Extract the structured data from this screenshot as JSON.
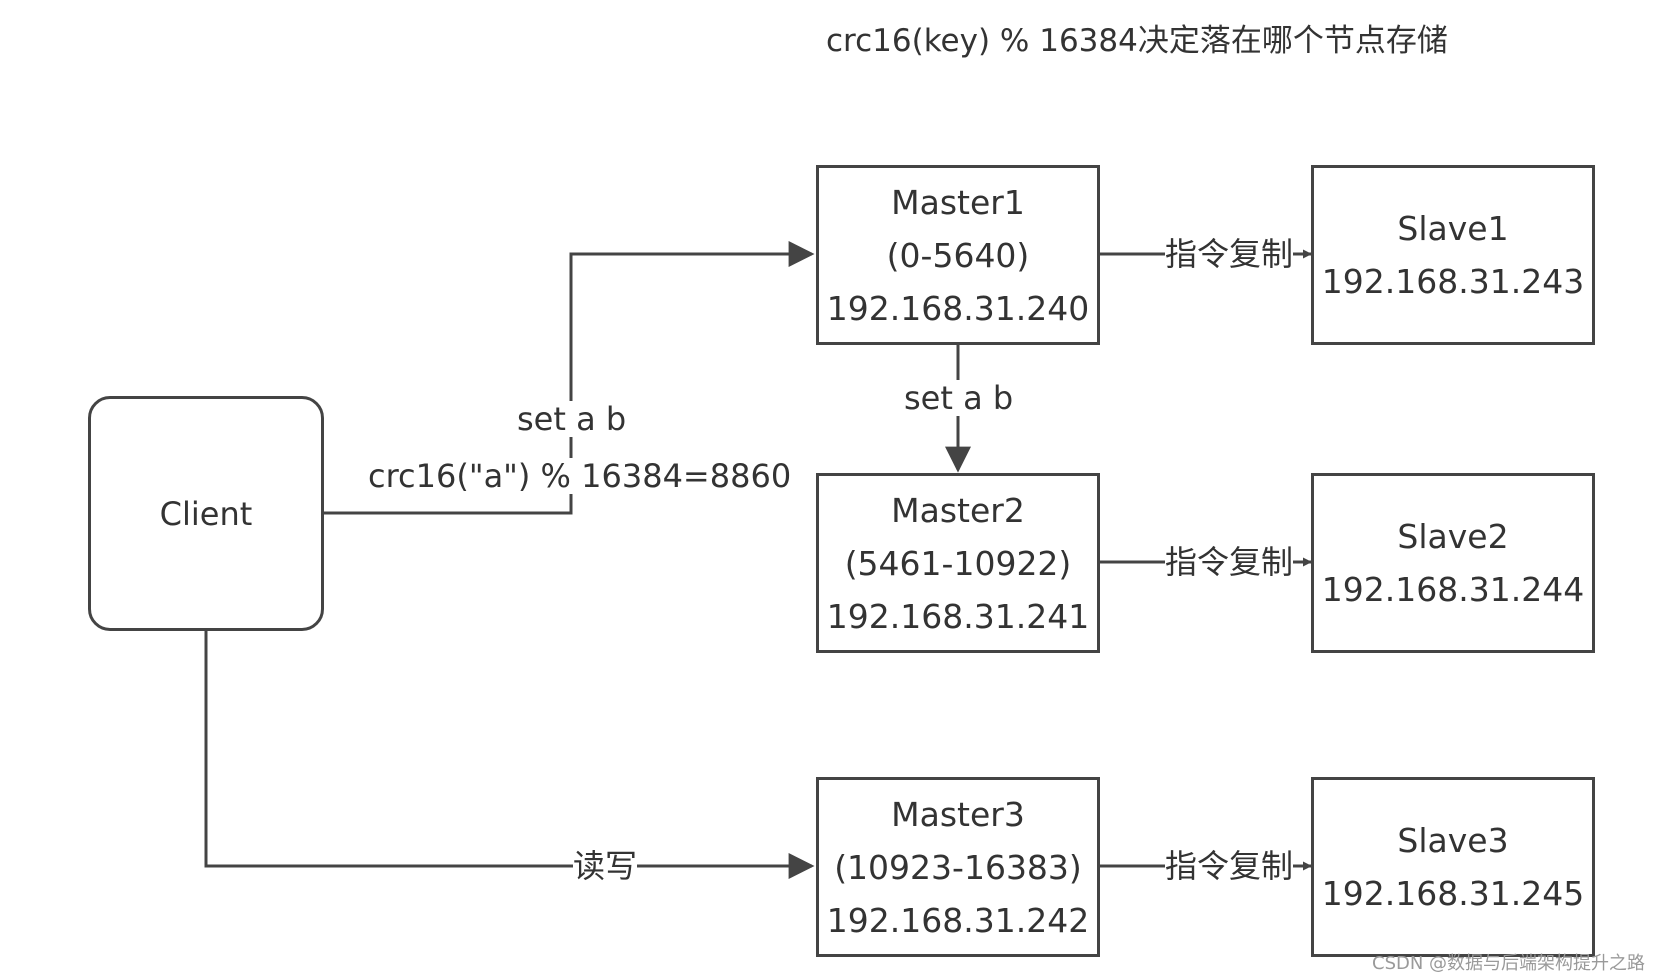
{
  "title": "crc16(key) % 16384决定落在哪个节点存储",
  "client": {
    "label": "Client"
  },
  "masters": [
    {
      "name": "Master1",
      "range": "(0-5640)",
      "ip": "192.168.31.240"
    },
    {
      "name": "Master2",
      "range": "(5461-10922)",
      "ip": "192.168.31.241"
    },
    {
      "name": "Master3",
      "range": "(10923-16383)",
      "ip": "192.168.31.242"
    }
  ],
  "slaves": [
    {
      "name": "Slave1",
      "ip": "192.168.31.243"
    },
    {
      "name": "Slave2",
      "ip": "192.168.31.244"
    },
    {
      "name": "Slave3",
      "ip": "192.168.31.245"
    }
  ],
  "edges": {
    "client_to_master1_cmd": "set a b",
    "client_to_master1_hash": "crc16(\"a\") % 16384=8860",
    "master1_to_master2_cmd": "set a b",
    "client_to_master3": "读写",
    "replication": "指令复制"
  },
  "watermark": "CSDN @数据与后端架构提升之路",
  "colors": {
    "stroke": "#444444",
    "text": "#333333",
    "background": "#ffffff"
  }
}
